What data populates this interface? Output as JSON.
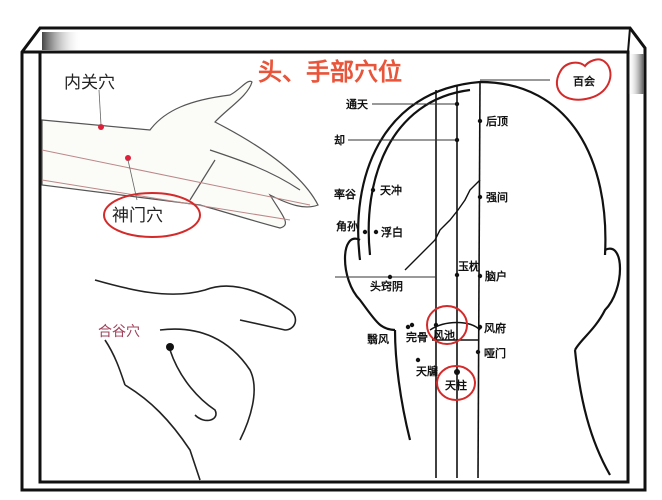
{
  "title": "头、手部穴位",
  "colors": {
    "title": "#e8553a",
    "circle": "#d42a2a",
    "point": "#e0203a",
    "frame": "#111111"
  },
  "hand_points": {
    "neiguan": "内关穴",
    "shenmen": "神门穴",
    "hegu": "合谷穴"
  },
  "head_points": {
    "baihui": "百会",
    "tongtian": "通天",
    "que": "却",
    "houding": "后顶",
    "shuaigu": "率谷",
    "tianchong": "天冲",
    "qiangjian": "强间",
    "jiaosun": "角孙",
    "fubai": "浮白",
    "yuzhen": "玉枕",
    "naohu": "脑户",
    "touqiaoyin": "头窍阴",
    "fengchi": "风池",
    "fengfu": "风府",
    "wangu": "完骨",
    "yifeng": "翳风",
    "yamen": "哑门",
    "tianyou": "天牖",
    "tianzhu": "天柱"
  },
  "circled": [
    "百会",
    "神门穴",
    "风池",
    "天柱"
  ]
}
